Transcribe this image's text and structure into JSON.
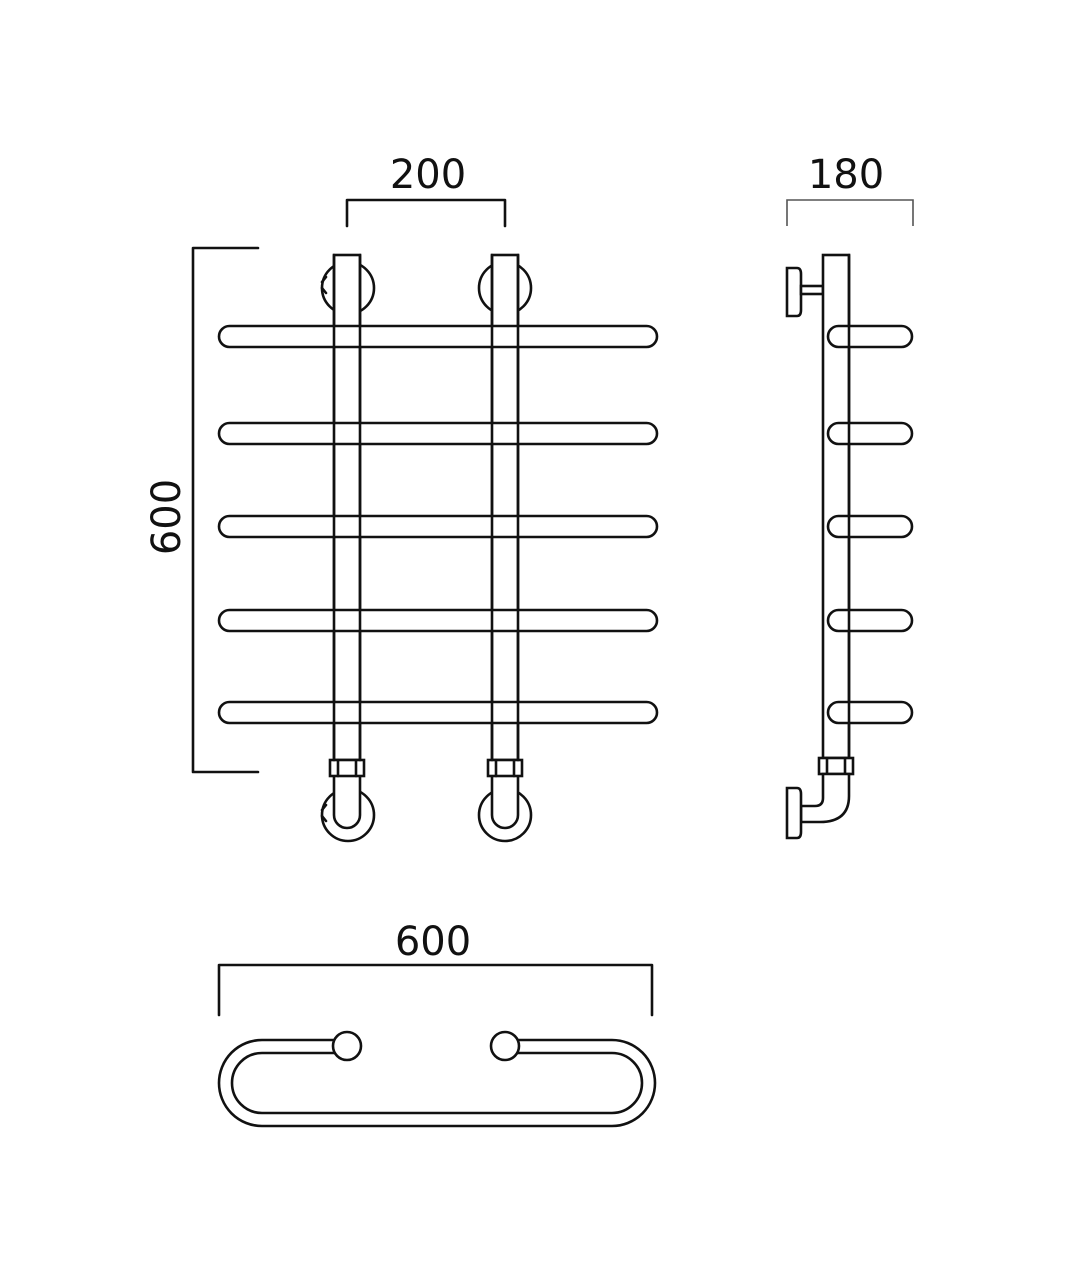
{
  "drawing": {
    "front_width_label": "200",
    "side_depth_label": "180",
    "front_height_label": "600",
    "top_width_label": "600",
    "bar_count": 5,
    "line_color": "#111111",
    "background": "#ffffff"
  }
}
